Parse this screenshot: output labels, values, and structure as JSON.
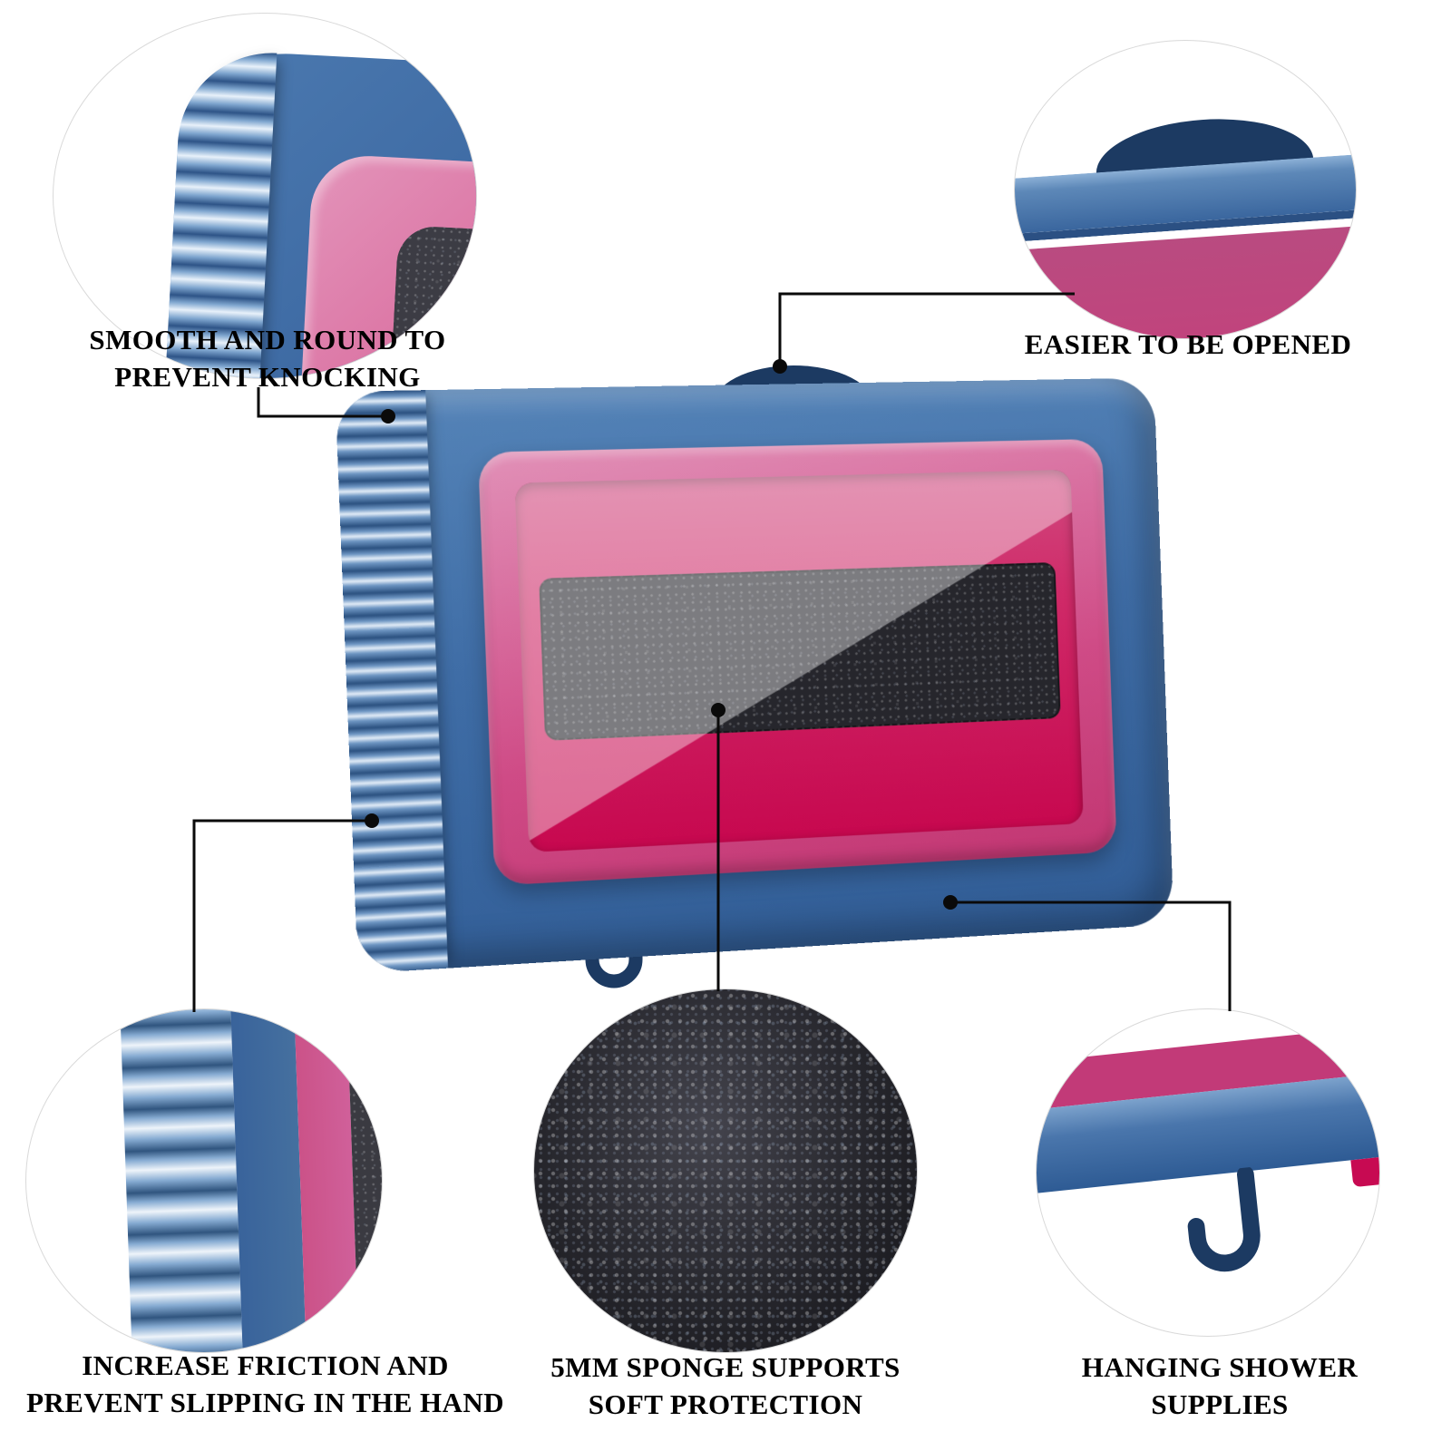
{
  "callouts": {
    "top_left": {
      "line1": "SMOOTH AND ROUND TO",
      "line2": "PREVENT KNOCKING"
    },
    "top_right": {
      "line1": "EASIER TO BE OPENED"
    },
    "bottom_left": {
      "line1": "INCREASE FRICTION AND",
      "line2": "PREVENT SLIPPING IN THE HAND"
    },
    "bottom_center": {
      "line1": "5MM SPONGE SUPPORTS",
      "line2": "SOFT PROTECTION"
    },
    "bottom_right": {
      "line1": "HANGING SHOWER",
      "line2": "SUPPLIES"
    }
  },
  "colors": {
    "case_blue": "#3f6da6",
    "case_blue_dark": "#2e5487",
    "rib_highlight": "#e2ecf7",
    "navy_accent": "#1c3a62",
    "frame_pink": "#d4558e",
    "screen_crimson": "#c7084f",
    "latch_magenta": "#d6136b",
    "sponge_black": "#26262c",
    "background": "#ffffff",
    "text": "#000000",
    "callout_line": "#0a0a0a"
  }
}
